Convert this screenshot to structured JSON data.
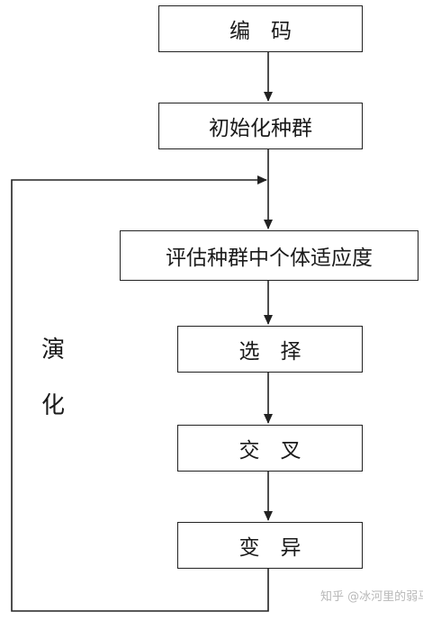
{
  "boxes": {
    "encode": "编　码",
    "init_population": "初始化种群",
    "evaluate_fitness": "评估种群中个体适应度",
    "selection": "选　择",
    "crossover": "交　叉",
    "mutation": "变　异"
  },
  "loop_label": [
    "演",
    "化"
  ],
  "watermark": "知乎 @冰河里的弱马",
  "colors": {
    "stroke": "#222222",
    "background": "#ffffff",
    "watermark": "#b8b8b8"
  }
}
